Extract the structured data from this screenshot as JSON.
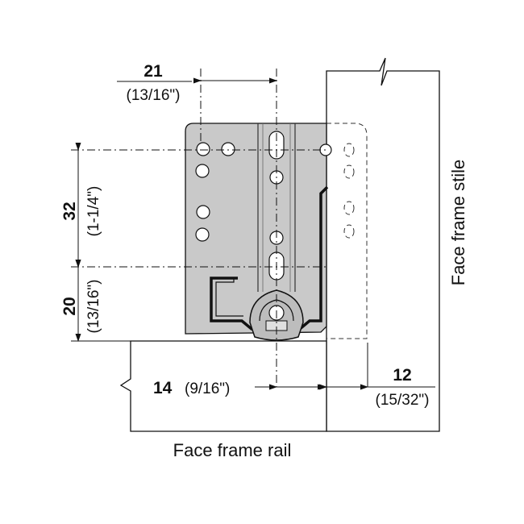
{
  "dimensions": {
    "horizontal_top": {
      "metric": "21",
      "imperial": "(13/16\")"
    },
    "vertical_upper": {
      "metric": "32",
      "imperial": "(1-1/4\")"
    },
    "vertical_lower": {
      "metric": "20",
      "imperial": "(13/16\")"
    },
    "horizontal_left": {
      "metric": "14",
      "imperial": "(9/16\")"
    },
    "horizontal_right": {
      "metric": "12",
      "imperial": "(15/32\")"
    }
  },
  "labels": {
    "stile": "Face frame stile",
    "rail": "Face frame rail"
  },
  "colors": {
    "bracket_fill": "#c9c9c9",
    "line": "#111111"
  }
}
